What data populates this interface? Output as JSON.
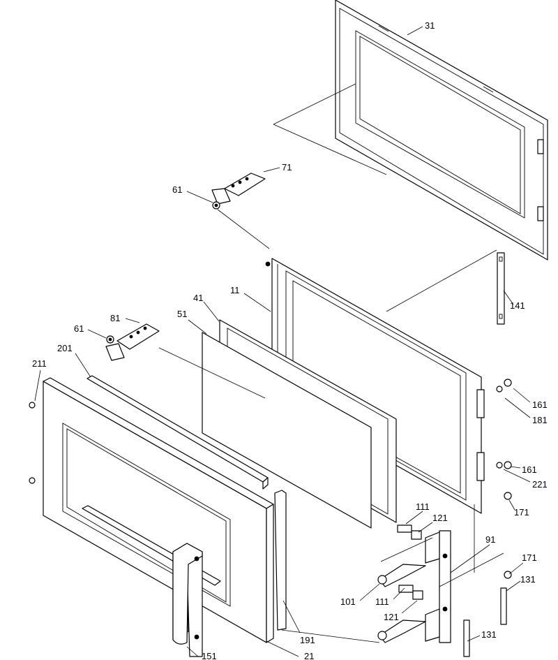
{
  "diagram": {
    "callouts": [
      {
        "id": "c31",
        "text": "31"
      },
      {
        "id": "c71",
        "text": "71"
      },
      {
        "id": "c61a",
        "text": "61"
      },
      {
        "id": "c11",
        "text": "11"
      },
      {
        "id": "c41",
        "text": "41"
      },
      {
        "id": "c51",
        "text": "51"
      },
      {
        "id": "c81",
        "text": "81"
      },
      {
        "id": "c61b",
        "text": "61"
      },
      {
        "id": "c201",
        "text": "201"
      },
      {
        "id": "c211",
        "text": "211"
      },
      {
        "id": "c141",
        "text": "141"
      },
      {
        "id": "c161a",
        "text": "161"
      },
      {
        "id": "c181",
        "text": "181"
      },
      {
        "id": "c161b",
        "text": "161"
      },
      {
        "id": "c221",
        "text": "221"
      },
      {
        "id": "c171a",
        "text": "171"
      },
      {
        "id": "c111a",
        "text": "111"
      },
      {
        "id": "c121a",
        "text": "121"
      },
      {
        "id": "c91",
        "text": "91"
      },
      {
        "id": "c171b",
        "text": "171"
      },
      {
        "id": "c131a",
        "text": "131"
      },
      {
        "id": "c101",
        "text": "101"
      },
      {
        "id": "c111b",
        "text": "111"
      },
      {
        "id": "c121b",
        "text": "121"
      },
      {
        "id": "c131b",
        "text": "131"
      },
      {
        "id": "c191",
        "text": "191"
      },
      {
        "id": "c151",
        "text": "151"
      },
      {
        "id": "c21",
        "text": "21"
      }
    ]
  }
}
